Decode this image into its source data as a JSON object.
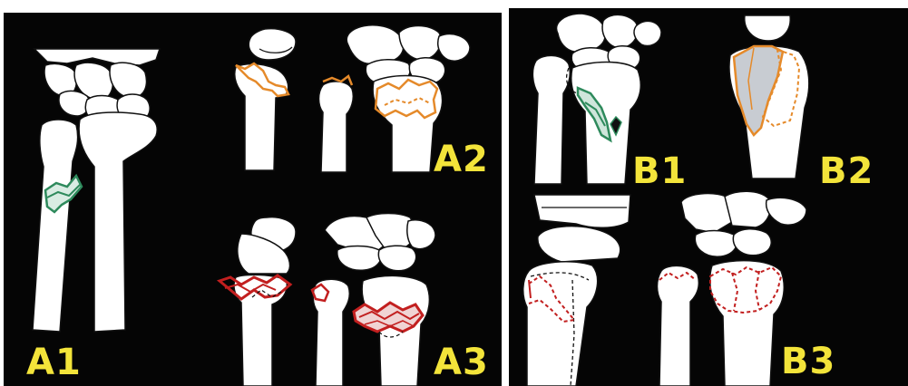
{
  "panels": {
    "a": {
      "labels": {
        "a1": "A1",
        "a2": "A2",
        "a3": "A3"
      }
    },
    "b": {
      "labels": {
        "b1": "B1",
        "b2": "B2",
        "b3": "B3"
      }
    }
  },
  "colors": {
    "background": "#050505",
    "bone": "#ffffff",
    "label": "#f3e43a",
    "fracture_a1": "#2e8a5c",
    "fracture_a2": "#e58a2a",
    "fracture_a3": "#c21f1f",
    "fracture_b1": "#2e8a5c",
    "fracture_b2": "#e58a2a",
    "fracture_b3": "#c21f1f",
    "fragment_shade": "#c8ccd2"
  }
}
